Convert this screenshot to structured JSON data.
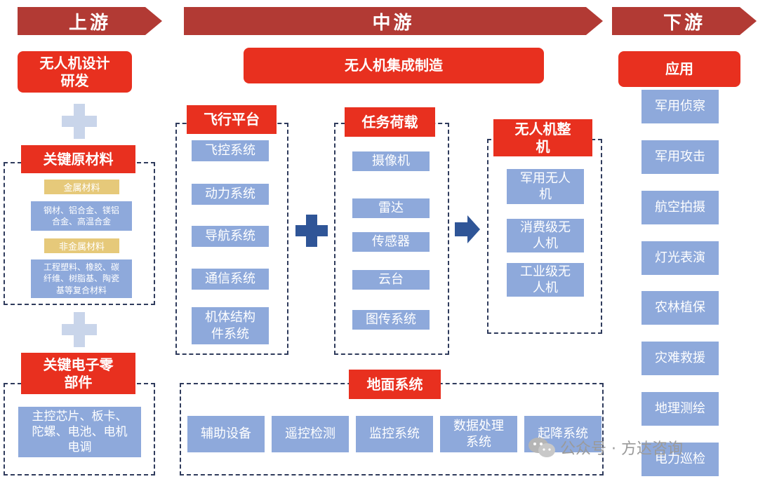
{
  "headers": {
    "upstream": "上游",
    "midstream": "中游",
    "downstream": "下游"
  },
  "upstream": {
    "design": "无人机设计\n研发",
    "materials": {
      "title": "关键原材料",
      "metal_label": "金属材料",
      "metal_items": "钢材、铝合金、镁铝\n合金、高温合金",
      "nonmetal_label": "非金属材料",
      "nonmetal_items": "工程塑料、橡胶、碳\n纤维、树脂基、陶瓷\n基等复合材料"
    },
    "electronics": {
      "title": "关键电子零\n部件",
      "items": "主控芯片、板卡、\n陀螺、电池、电机\n电调"
    }
  },
  "midstream": {
    "title": "无人机集成制造",
    "flight_platform": {
      "title": "飞行平台",
      "items": [
        "飞控系统",
        "动力系统",
        "导航系统",
        "通信系统",
        "机体结构\n件系统"
      ]
    },
    "payload": {
      "title": "任务荷载",
      "items": [
        "摄像机",
        "雷达",
        "传感器",
        "云台",
        "图传系统"
      ]
    },
    "complete": {
      "title": "无人机整\n机",
      "items": [
        "军用无人\n机",
        "消费级无\n人机",
        "工业级无\n人机"
      ]
    },
    "ground": {
      "title": "地面系统",
      "items": [
        "辅助设备",
        "遥控检测",
        "监控系统",
        "数据处理\n系统",
        "起降系统"
      ]
    }
  },
  "downstream": {
    "title": "应用",
    "items": [
      "军用侦察",
      "军用攻击",
      "航空拍摄",
      "灯光表演",
      "农林植保",
      "灾难救援",
      "地理测绘",
      "电力巡检"
    ]
  },
  "watermark": "公众号 · 方达咨询",
  "colors": {
    "red": "#e8301f",
    "dark_red": "#b23a34",
    "blue": "#8ea9db",
    "gold": "#e6c97a",
    "navy": "#2f3b5c"
  }
}
